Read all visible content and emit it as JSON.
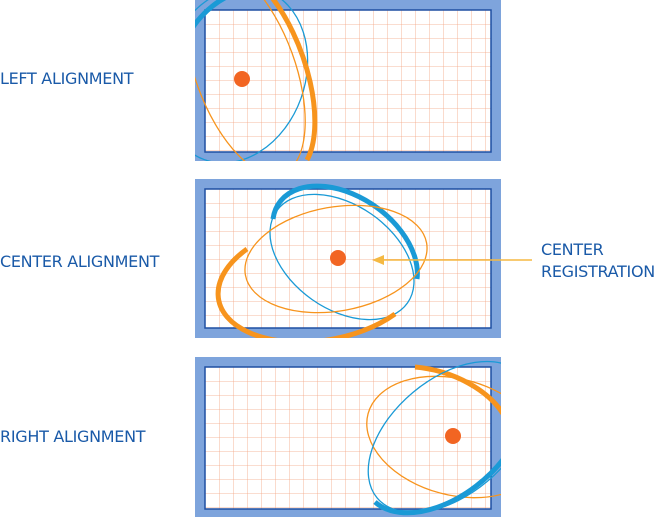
{
  "labels": {
    "left": "LEFT ALIGNMENT",
    "center": "CENTER ALIGNMENT",
    "right": "RIGHT ALIGNMENT",
    "registration_line1": "CENTER",
    "registration_line2": "REGISTRATION"
  },
  "colors": {
    "frame": "#7ea4dc",
    "frame_dark": "#1e4fa2",
    "grid": "#f4a582",
    "dot": "#f26522",
    "blue_ellipse": "#1a9ad6",
    "orange_ellipse": "#f7941d",
    "label_text": "#1a5aa8",
    "arrow": "#f5b942"
  }
}
